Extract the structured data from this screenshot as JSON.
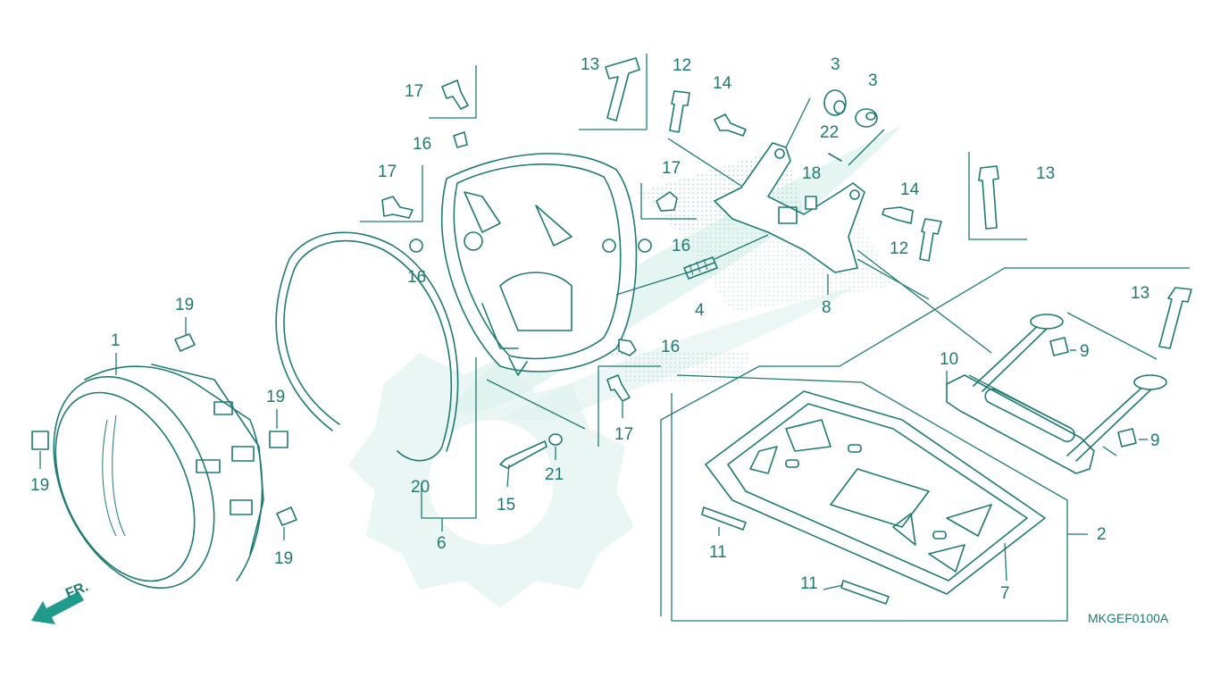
{
  "diagram": {
    "code": "MKGEF0100A",
    "direction_label": "FR.",
    "callouts": [
      {
        "id": "c1",
        "text": "1"
      },
      {
        "id": "c2",
        "text": "2"
      },
      {
        "id": "c3a",
        "text": "3"
      },
      {
        "id": "c3b",
        "text": "3"
      },
      {
        "id": "c4",
        "text": "4"
      },
      {
        "id": "c6",
        "text": "6"
      },
      {
        "id": "c7",
        "text": "7"
      },
      {
        "id": "c8",
        "text": "8"
      },
      {
        "id": "c9a",
        "text": "9"
      },
      {
        "id": "c9b",
        "text": "9"
      },
      {
        "id": "c10",
        "text": "10"
      },
      {
        "id": "c11a",
        "text": "11"
      },
      {
        "id": "c11b",
        "text": "11"
      },
      {
        "id": "c12a",
        "text": "12"
      },
      {
        "id": "c12b",
        "text": "12"
      },
      {
        "id": "c13a",
        "text": "13"
      },
      {
        "id": "c13b",
        "text": "13"
      },
      {
        "id": "c13c",
        "text": "13"
      },
      {
        "id": "c14a",
        "text": "14"
      },
      {
        "id": "c14b",
        "text": "14"
      },
      {
        "id": "c15",
        "text": "15"
      },
      {
        "id": "c16a",
        "text": "16"
      },
      {
        "id": "c16b",
        "text": "16"
      },
      {
        "id": "c16c",
        "text": "16"
      },
      {
        "id": "c16d",
        "text": "16"
      },
      {
        "id": "c17a",
        "text": "17"
      },
      {
        "id": "c17b",
        "text": "17"
      },
      {
        "id": "c17c",
        "text": "17"
      },
      {
        "id": "c17d",
        "text": "17"
      },
      {
        "id": "c18",
        "text": "18"
      },
      {
        "id": "c19a",
        "text": "19"
      },
      {
        "id": "c19b",
        "text": "19"
      },
      {
        "id": "c19c",
        "text": "19"
      },
      {
        "id": "c19d",
        "text": "19"
      },
      {
        "id": "c20",
        "text": "20"
      },
      {
        "id": "c21",
        "text": "21"
      },
      {
        "id": "c22",
        "text": "22"
      }
    ]
  },
  "colors": {
    "line": "#1f7a72",
    "watermark": "#dff2ee"
  }
}
